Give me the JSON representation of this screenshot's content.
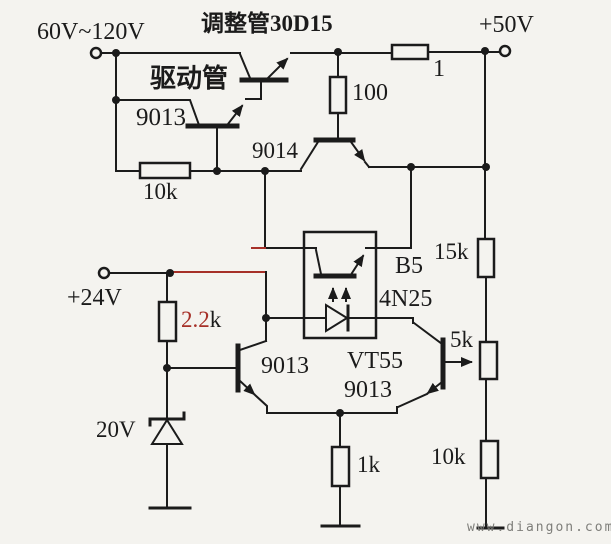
{
  "schematic": {
    "kind": "analog power-supply circuit schematic (scanned)",
    "labels": {
      "input_voltage": "60V~120V",
      "pass_transistor": "调整管30D15",
      "driver_transistor": "驱动管",
      "driver_model": "9013",
      "comparator_model": "9014",
      "output_voltage": "+50V",
      "r_sense": "1",
      "r_base": "100",
      "r_10k_left": "10k",
      "r_15k": "15k",
      "opto_ref": "B5",
      "opto_model": "4N25",
      "aux_voltage": "+24V",
      "r_2_2k_value": "2.2",
      "r_2_2k_unit": "k",
      "q_left_model": "9013",
      "q_right_ref": "VT55",
      "q_right_model": "9013",
      "r_5k_pot": "5k",
      "zener_voltage": "20V",
      "r_1k": "1k",
      "r_10k_right": "10k",
      "watermark": "www.diangon.com"
    },
    "colors": {
      "wire": "#1b1b1b",
      "highlight_wire_red": "#a63028",
      "paper": "#f4f3ef",
      "watermark_gray": "#7e7e7a"
    }
  }
}
